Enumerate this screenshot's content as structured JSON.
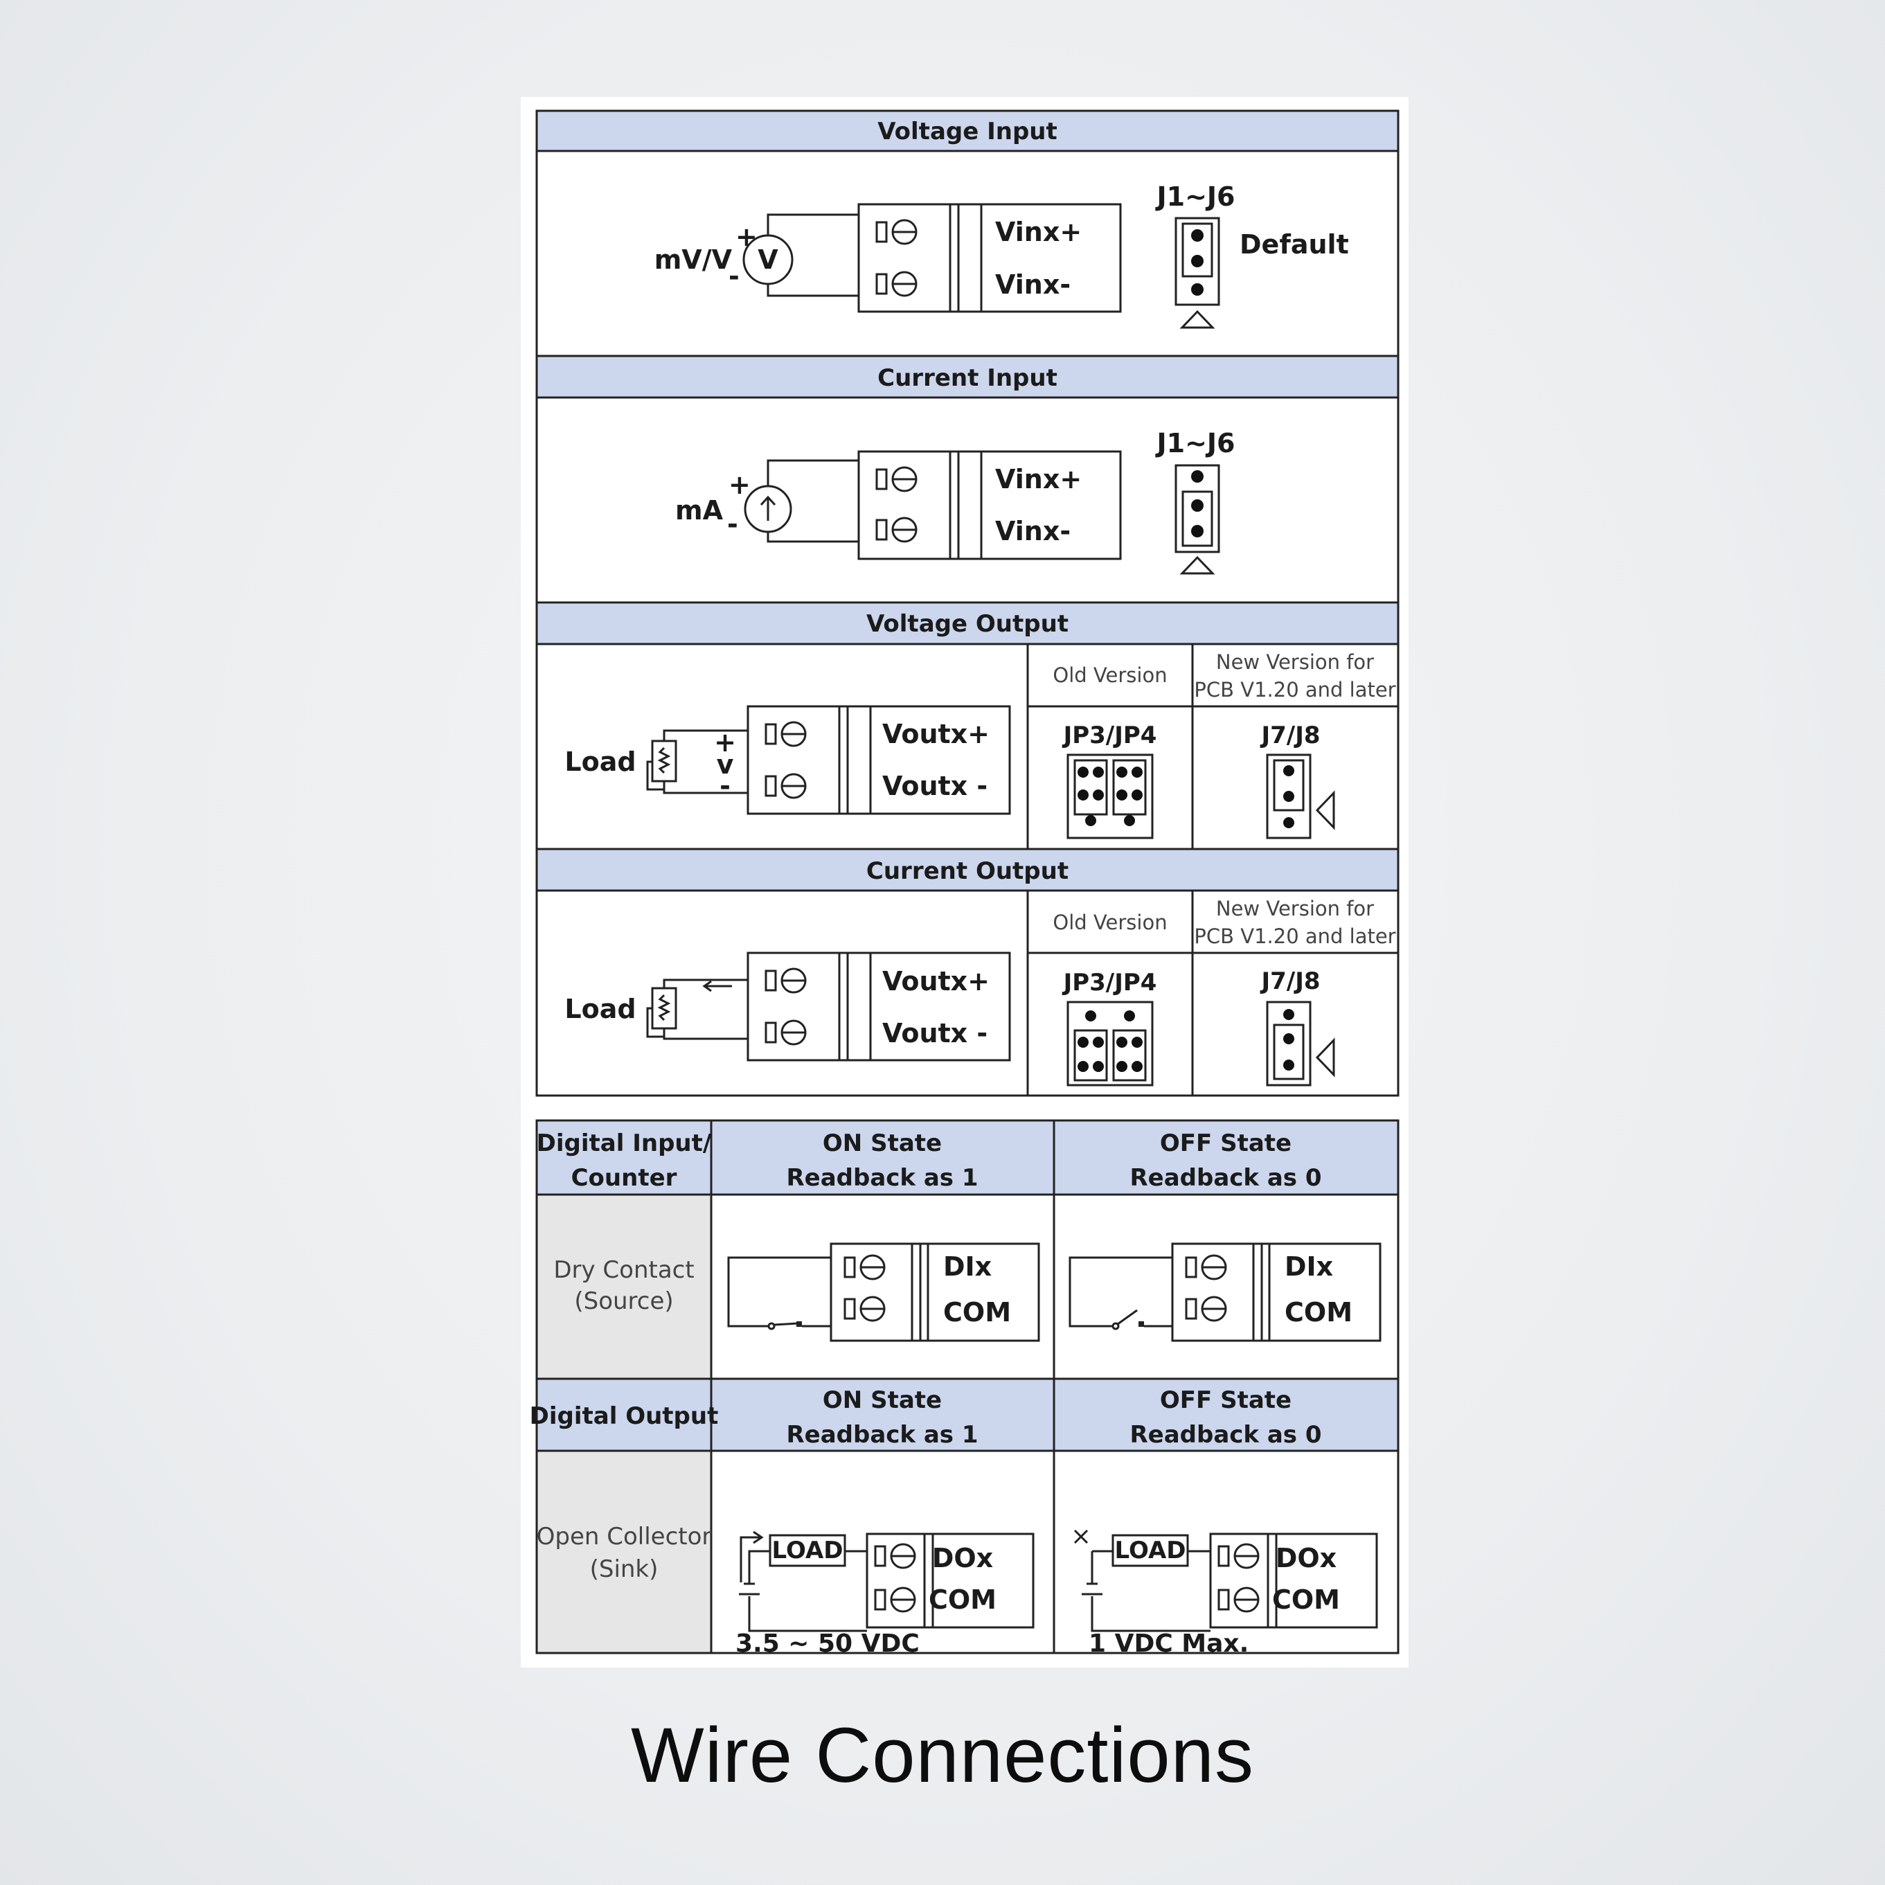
{
  "caption": "Wire Connections",
  "sections": {
    "voltage_input": {
      "title": "Voltage Input",
      "source_label": "mV/V",
      "source_symbol": "V",
      "plus": "+",
      "minus": "-",
      "terminals": [
        "Vinx+",
        "Vinx-"
      ],
      "jumper_label": "J1~J6",
      "jumper_note": "Default"
    },
    "current_input": {
      "title": "Current Input",
      "source_label": "mA",
      "plus": "+",
      "minus": "-",
      "terminals": [
        "Vinx+",
        "Vinx-"
      ],
      "jumper_label": "J1~J6"
    },
    "voltage_output": {
      "title": "Voltage Output",
      "load_label": "Load",
      "plus": "+",
      "v_label": "v",
      "minus": "-",
      "terminals": [
        "Voutx+",
        "Voutx -"
      ],
      "old_version": "Old Version",
      "new_version_line1": "New Version for",
      "new_version_line2": "PCB V1.20 and later",
      "old_jumper": "JP3/JP4",
      "new_jumper": "J7/J8"
    },
    "current_output": {
      "title": "Current Output",
      "load_label": "Load",
      "terminals": [
        "Voutx+",
        "Voutx -"
      ],
      "old_version": "Old Version",
      "new_version_line1": "New Version for",
      "new_version_line2": "PCB V1.20 and later",
      "old_jumper": "JP3/JP4",
      "new_jumper": "J7/J8"
    },
    "digital_input": {
      "header_line1": "Digital Input/",
      "header_line2": "Counter",
      "on_line1": "ON State",
      "on_line2": "Readback as 1",
      "off_line1": "OFF State",
      "off_line2": "Readback as 0",
      "row_line1": "Dry Contact",
      "row_line2": "(Source)",
      "terminals": [
        "DIx",
        "COM"
      ]
    },
    "digital_output": {
      "header": "Digital Output",
      "on_line1": "ON State",
      "on_line2": "Readback as 1",
      "off_line1": "OFF State",
      "off_line2": "Readback as 0",
      "row_line1": "Open Collector",
      "row_line2": "(Sink)",
      "load_label": "LOAD",
      "terminals": [
        "DOx",
        "COM"
      ],
      "on_supply": "3.5 ~ 50 VDC",
      "off_supply": "1 VDC Max."
    }
  },
  "colors": {
    "header_fill": "#ccd7ee",
    "row_label_fill": "#e6e6e6",
    "line": "#222222"
  }
}
